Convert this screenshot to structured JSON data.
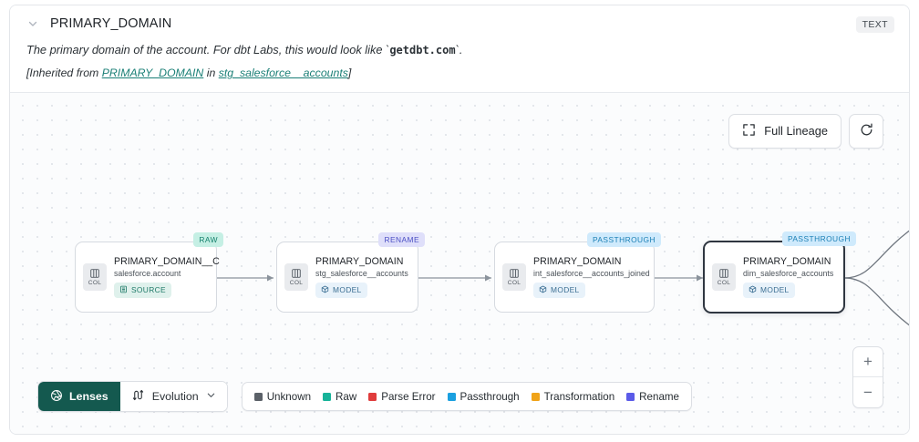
{
  "header": {
    "collapse_icon": "chevron-down-icon",
    "title": "PRIMARY_DOMAIN",
    "type_badge": "TEXT",
    "description_prefix": "The primary domain of the account. For dbt Labs, this would look like `",
    "description_code": "getdbt.com",
    "description_suffix": "`.",
    "inherited_prefix": "[Inherited from ",
    "inherited_link": "PRIMARY_DOMAIN",
    "inherited_middle": " in ",
    "inherited_source": "stg_salesforce__accounts",
    "inherited_suffix": "]"
  },
  "canvas": {
    "full_lineage_label": "Full Lineage",
    "full_lineage_icon": "expand-icon",
    "refresh_icon": "refresh-icon",
    "zoom_in_label": "+",
    "zoom_out_label": "−"
  },
  "graph": {
    "nodes": [
      {
        "badge": "RAW",
        "badge_kind": "raw",
        "chip_label": "COL",
        "chip_icon": "column-icon",
        "title": "PRIMARY_DOMAIN__C",
        "subtitle": "salesforce.account",
        "kind_label": "SOURCE",
        "kind_icon": "database-icon",
        "kind_style": "src",
        "selected": false
      },
      {
        "badge": "RENAME",
        "badge_kind": "rename",
        "chip_label": "COL",
        "chip_icon": "column-icon",
        "title": "PRIMARY_DOMAIN",
        "subtitle": "stg_salesforce__accounts",
        "kind_label": "MODEL",
        "kind_icon": "cube-icon",
        "kind_style": "mdl",
        "selected": false
      },
      {
        "badge": "PASSTHROUGH",
        "badge_kind": "passthrough",
        "chip_label": "COL",
        "chip_icon": "column-icon",
        "title": "PRIMARY_DOMAIN",
        "subtitle": "int_salesforce__accounts_joined",
        "kind_label": "MODEL",
        "kind_icon": "cube-icon",
        "kind_style": "mdl",
        "selected": false
      },
      {
        "badge": "PASSTHROUGH",
        "badge_kind": "passthrough",
        "chip_label": "COL",
        "chip_icon": "column-icon",
        "title": "PRIMARY_DOMAIN",
        "subtitle": "dim_salesforce_accounts",
        "kind_label": "MODEL",
        "kind_icon": "cube-icon",
        "kind_style": "mdl",
        "selected": true
      }
    ]
  },
  "footer": {
    "lenses_label": "Lenses",
    "lenses_icon": "aperture-icon",
    "evolution_label": "Evolution",
    "evolution_icon": "evolution-icon",
    "evolution_chevron": "chevron-down-icon",
    "legend": [
      {
        "label": "Unknown",
        "color": "#5b6168"
      },
      {
        "label": "Raw",
        "color": "#17b399"
      },
      {
        "label": "Parse Error",
        "color": "#e03c3c"
      },
      {
        "label": "Passthrough",
        "color": "#1aa0e0"
      },
      {
        "label": "Transformation",
        "color": "#f0a318"
      },
      {
        "label": "Rename",
        "color": "#5b5be8"
      }
    ]
  }
}
